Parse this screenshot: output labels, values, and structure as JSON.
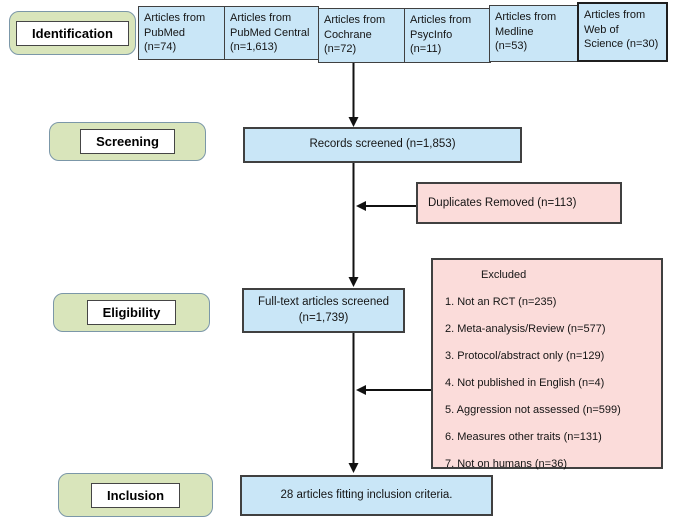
{
  "colors": {
    "source_box_fill": "#c9e6f7",
    "flow_box_fill": "#c9e6f7",
    "stage_box_fill": "#d9e5bb",
    "stage_box_border": "#7b97a8",
    "exclusion_box_fill": "#fbdcda",
    "box_border": "#404040",
    "arrow": "#111111"
  },
  "stages": {
    "identification": "Identification",
    "screening": "Screening",
    "eligibility": "Eligibility",
    "inclusion": "Inclusion"
  },
  "sources": [
    {
      "text": "Articles from\nPubMed\n(n=74)"
    },
    {
      "text": "Articles from\nPubMed Central\n(n=1,613)"
    },
    {
      "text": "Articles from\nCochrane\n(n=72)"
    },
    {
      "text": "Articles from\nPsycInfo\n(n=11)"
    },
    {
      "text": "Articles from\nMedline\n(n=53)"
    },
    {
      "text": "Articles from\nWeb of\nScience (n=30)"
    }
  ],
  "flow": {
    "records_screened": "Records screened (n=1,853)",
    "duplicates_removed": "Duplicates Removed (n=113)",
    "fulltext_screened": "Full-text articles screened\n(n=1,739)",
    "inclusion_result": "28 articles fitting inclusion criteria."
  },
  "excluded": {
    "title": "Excluded",
    "items": [
      "1. Not an RCT (n=235)",
      "2. Meta-analysis/Review (n=577)",
      "3. Protocol/abstract only (n=129)",
      "4. Not published in English (n=4)",
      "5. Aggression not assessed (n=599)",
      "6. Measures other traits (n=131)",
      "7. Not on humans (n=36)"
    ]
  }
}
